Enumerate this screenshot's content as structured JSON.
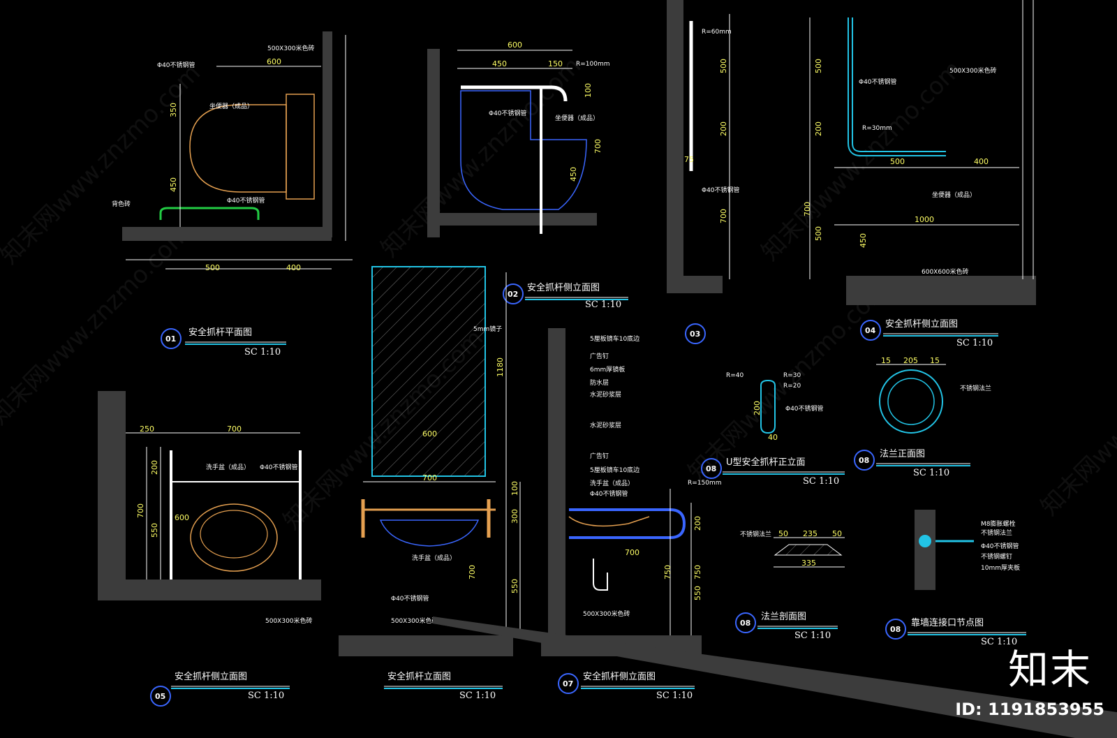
{
  "colors": {
    "background": "#000000",
    "dim": "#ffff66",
    "line": "#ffffff",
    "cyan": "#22c4e6",
    "wall": "#3c3c3c",
    "green": "#22cc44",
    "orange": "#e5a050",
    "blue": "#3a66ff"
  },
  "drawings": [
    {
      "num": "01",
      "title": "安全抓杆平面图",
      "scale": "SC 1:10"
    },
    {
      "num": "02",
      "title": "安全抓杆侧立面图",
      "scale": "SC 1:10"
    },
    {
      "num": "03",
      "title": "",
      "scale": ""
    },
    {
      "num": "04",
      "title": "安全抓杆侧立面图",
      "scale": "SC 1:10"
    },
    {
      "num": "05",
      "title": "安全抓杆侧立面图",
      "scale": "SC 1:10"
    },
    {
      "num": "",
      "title": "安全抓杆立面图",
      "scale": "SC 1:10"
    },
    {
      "num": "07",
      "title": "安全抓杆侧立面图",
      "scale": "SC 1:10"
    },
    {
      "num": "08",
      "title": "U型安全抓杆正立面",
      "scale": "SC 1:10"
    },
    {
      "num": "08",
      "title": "法兰正面图",
      "scale": "SC 1:10"
    },
    {
      "num": "08",
      "title": "法兰剖面图",
      "scale": "SC 1:10"
    },
    {
      "num": "08",
      "title": "靠墙连接口节点图",
      "scale": "SC 1:10"
    }
  ],
  "dims": {
    "d01": [
      "600",
      "500",
      "400",
      "350",
      "450"
    ],
    "d02": [
      "600",
      "450",
      "150",
      "100",
      "700",
      "450"
    ],
    "d03": [
      "500",
      "200",
      "700",
      "75"
    ],
    "d04": [
      "500",
      "200",
      "700",
      "500",
      "400",
      "1000",
      "500",
      "450"
    ],
    "d05": [
      "250",
      "700",
      "200",
      "700",
      "600",
      "550"
    ],
    "d06": [
      "1180",
      "600",
      "700",
      "100",
      "300",
      "700",
      "550"
    ],
    "d07": [
      "700",
      "200",
      "750",
      "750",
      "550"
    ],
    "d08": [
      "200",
      "40",
      "15",
      "205",
      "15",
      "50",
      "235",
      "50",
      "335"
    ]
  },
  "notes": {
    "n01": [
      "Φ40不锈钢管",
      "坐便器（成品）",
      "500X300米色砖",
      "Φ40不锈钢管",
      "背色砖"
    ],
    "n02": [
      "Φ40不锈钢管",
      "坐便器（成品）",
      "R=100mm"
    ],
    "n03": [
      "R=60mm",
      "Φ40不锈钢管"
    ],
    "n04": [
      "Φ40不锈钢管",
      "500X300米色砖",
      "R=30mm",
      "坐便器（成品）",
      "600X600米色砖"
    ],
    "n05": [
      "洗手盆（成品）",
      "Φ40不锈钢管",
      "500X300米色砖"
    ],
    "n06": [
      "5mm镜子",
      "洗手盆（成品）",
      "Φ40不锈钢管",
      "500X300米色砖"
    ],
    "n07": [
      "5厘板镜车10底边",
      "广告钉",
      "6mm厚镜板",
      "防水层",
      "水泥砂浆层",
      "水泥砂浆层",
      "广告钉",
      "5厘板镜车10底边",
      "洗手盆（成品）",
      "Φ40不锈钢管",
      "500X300米色砖",
      "R=150mm"
    ],
    "n08": [
      "R=40",
      "R=30",
      "R=20",
      "Φ40不锈钢管",
      "不锈钢法兰",
      "不锈钢法兰",
      "M8膨胀螺栓",
      "不锈钢法兰",
      "Φ40不锈钢管",
      "不锈钢螺钉",
      "10mm厚夹板"
    ]
  },
  "watermark": {
    "text": "知末网www.znzmo.com"
  },
  "brand": {
    "logo": "知末",
    "id_text": "ID: 1191853955"
  }
}
